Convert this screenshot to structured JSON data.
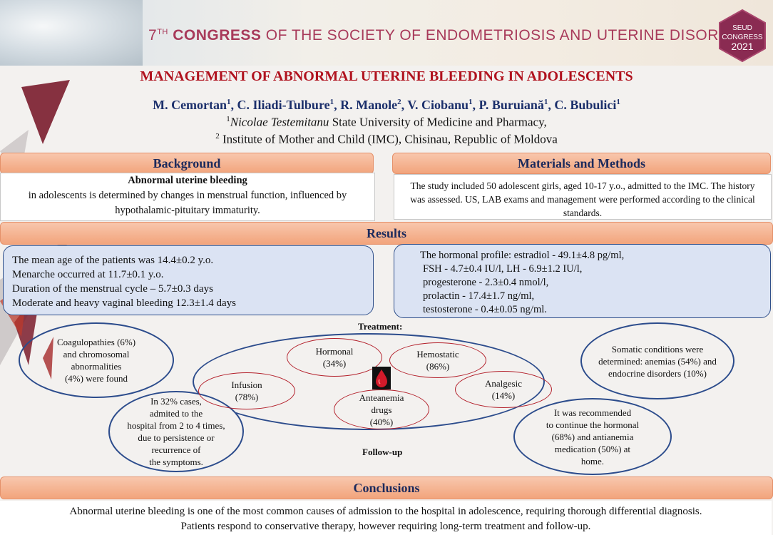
{
  "banner": {
    "ordinal": "7",
    "ordinal_suffix": "TH",
    "congress_word": "CONGRESS",
    "rest": "OF THE SOCIETY OF  ENDOMETRIOSIS AND UTERINE DISORDERS",
    "logo_lines": [
      "SEUD",
      "CONGRESS",
      "2021"
    ]
  },
  "title": "MANAGEMENT OF ABNORMAL UTERINE BLEEDING IN ADOLESCENTS",
  "authors": [
    {
      "name": "M. Cemortan",
      "aff": "1"
    },
    {
      "name": "C. Iliadi-Tulbure",
      "aff": "1"
    },
    {
      "name": "R. Manole",
      "aff": "2"
    },
    {
      "name": "V. Ciobanu",
      "aff": "1"
    },
    {
      "name": "P. Buruiană",
      "aff": "1"
    },
    {
      "name": "C. Bubulici",
      "aff": "1"
    }
  ],
  "affiliations": [
    {
      "num": "1",
      "italic": "Nicolae Testemitanu",
      "rest": " State University of Medicine and Pharmacy,"
    },
    {
      "num": "2",
      "italic": "",
      "rest": " Institute of Mother and Child (IMC), Chisinau, Republic of Moldova"
    }
  ],
  "background": {
    "header": "Background",
    "bold_line": "Abnormal uterine bleeding",
    "text": "in adolescents is determined by changes in menstrual function, influenced by hypothalamic-pituitary immaturity."
  },
  "methods": {
    "header": "Materials and Methods",
    "text": "The study included 50 adolescent girls, aged 10-17 y.o., admitted to the IMC. The history was assessed. US, LAB exams and management were performed according to the clinical standards."
  },
  "results": {
    "header": "Results",
    "left_lines": [
      "The mean age of the patients was 14.4±0.2 y.o.",
      "Menarche occurred at 11.7±0.1 y.o.",
      "Duration of the menstrual cycle – 5.7±0.3 days",
      "Moderate and heavy vaginal bleeding 12.3±1.4 days"
    ],
    "right_lines": [
      "The hormonal profile: estradiol - 49.1±4.8 pg/ml,",
      "FSH - 4.7±0.4 IU/l, LH - 6.9±1.2 IU/l,",
      "progesterone - 2.3±0.4 nmol/l,",
      "prolactin - 17.4±1.7 ng/ml,",
      "testosterone - 0.4±0.05 ng/ml."
    ],
    "treatment_label": "Treatment:",
    "followup_label": "Follow-up",
    "ovals": {
      "coagulopathies": [
        "Coagulopathies (6%)",
        "and chromosomal",
        "abnormalities",
        "(4%) were found"
      ],
      "somatic": [
        "Somatic conditions were",
        "determined: anemias (54%) and",
        "endocrine disorders (10%)"
      ],
      "cases": [
        "In 32% cases,",
        "admited to the",
        "hospital from 2 to 4 times,",
        "due to persistence or",
        "recurrence of",
        "the symptoms."
      ],
      "recommended": [
        "It was recommended",
        "to continue the hormonal",
        "(68%) and antianemia",
        "medication (50%) at",
        "home."
      ],
      "hormonal": [
        "Hormonal",
        "(34%)"
      ],
      "hemostatic": [
        "Hemostatic",
        "(86%)"
      ],
      "infusion": [
        "Infusion",
        "(78%)"
      ],
      "analgesic": [
        "Analgesic",
        "(14%)"
      ],
      "antianemia": [
        "Anteanemia",
        "drugs",
        "(40%)"
      ]
    }
  },
  "conclusions": {
    "header": "Conclusions",
    "lines": [
      "Abnormal uterine bleeding is one of the most common causes of admission to the hospital  in adolescence, requiring thorough differential diagnosis.",
      "Patients respond to conservative therapy, however requiring long-term treatment and follow-up."
    ]
  },
  "colors": {
    "title_red": "#b0121e",
    "author_blue": "#1b2f6b",
    "header_orange": "#f2a47c",
    "result_box": "#dbe3f3",
    "oval_blue": "#2c4c8c",
    "oval_red": "#b3202b",
    "banner_text": "#a83a5a"
  },
  "icons": {
    "blood_drop": "blood-drop-icon"
  }
}
